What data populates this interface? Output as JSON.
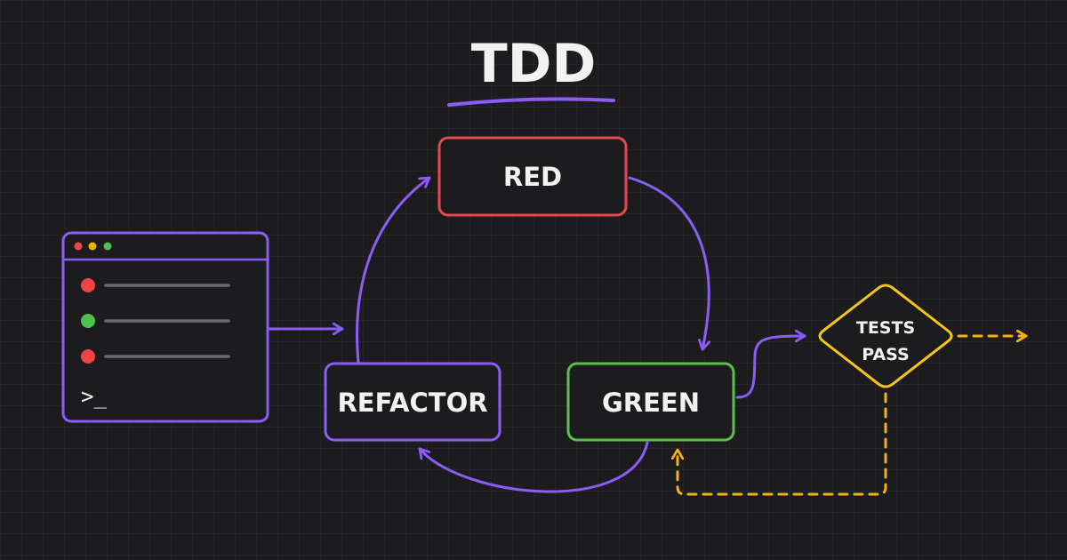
{
  "title": "TDD",
  "nodes": {
    "red": {
      "label": "RED",
      "color": "#e5484d"
    },
    "green": {
      "label": "GREEN",
      "color": "#5bbf4e"
    },
    "refactor": {
      "label": "REFACTOR",
      "color": "#8b5cf6"
    },
    "decision": {
      "label_line1": "TESTS",
      "label_line2": "PASS",
      "color": "#f5c518"
    }
  },
  "terminal": {
    "results": [
      "fail",
      "pass",
      "fail"
    ],
    "status_colors": {
      "fail": "#ef4444",
      "pass": "#4cc24a"
    },
    "window_dot_colors": [
      "#ef4444",
      "#eab308",
      "#4cc24a"
    ],
    "prompt": ">_"
  },
  "colors": {
    "background": "#1c1c1e",
    "arrow": "#8b5cf6",
    "dashed_arrow": "#f5b014",
    "text": "#f2f2f2"
  }
}
